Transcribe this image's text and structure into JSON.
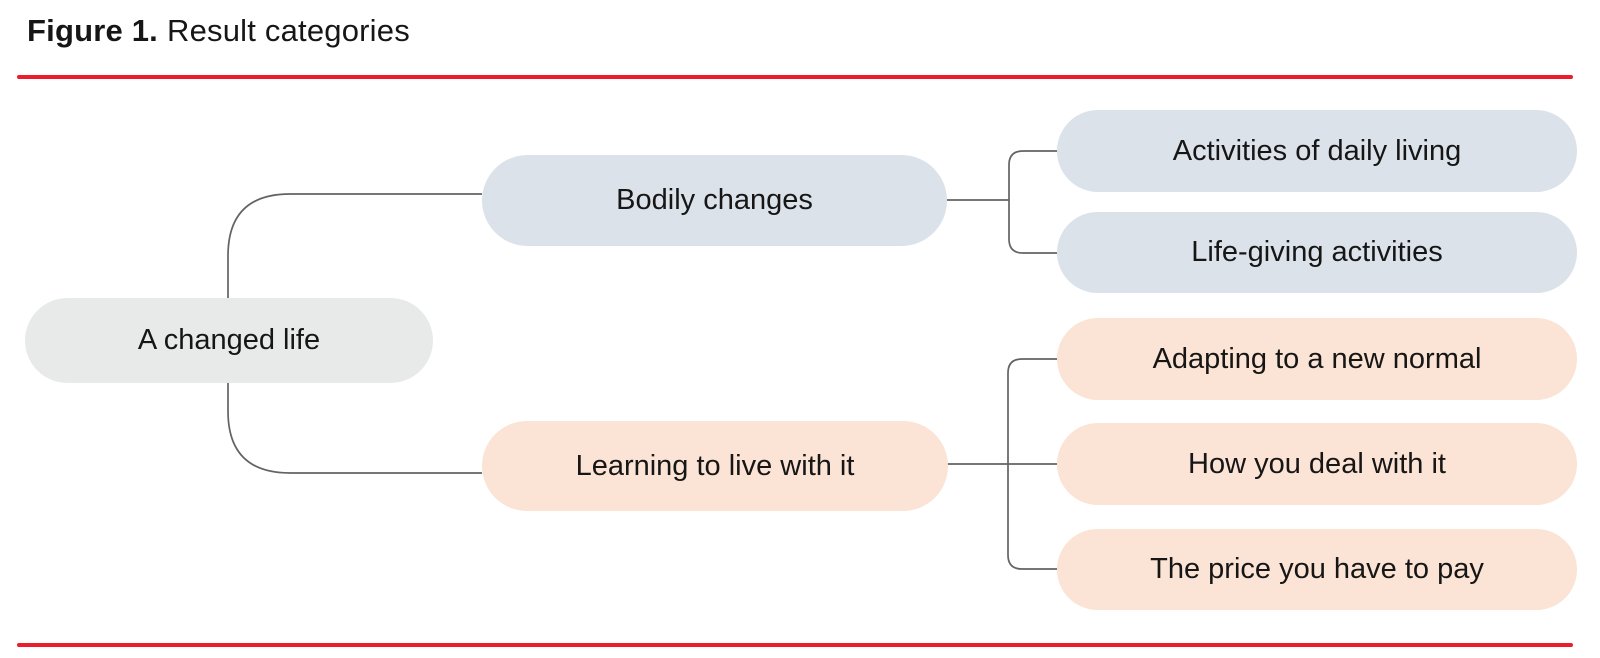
{
  "figure": {
    "label": "Figure 1.",
    "title": "Result categories"
  },
  "colors": {
    "rule_red": "#ec1c2d",
    "connector_gray": "#636363",
    "text_black": "#161616",
    "node_gray": "#e8e9e9",
    "node_blue": "#dbe2ea",
    "node_peach": "#fbe3d5"
  },
  "tree": {
    "root": {
      "label": "A changed life"
    },
    "branches": [
      {
        "label": "Bodily changes",
        "theme": "blue",
        "children": [
          {
            "label": "Activities of daily living"
          },
          {
            "label": "Life-giving activities"
          }
        ]
      },
      {
        "label": "Learning to live with it",
        "theme": "peach",
        "children": [
          {
            "label": "Adapting to a new normal"
          },
          {
            "label": "How you deal with it"
          },
          {
            "label": "The price you have to pay"
          }
        ]
      }
    ]
  }
}
